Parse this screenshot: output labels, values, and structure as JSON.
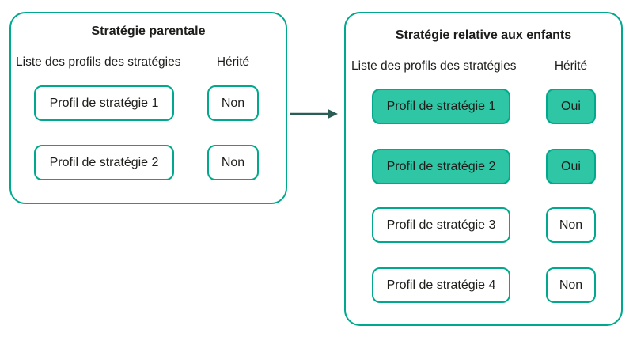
{
  "colors": {
    "border_teal": "#00A88E",
    "fill_teal": "#2EC6A4",
    "arrow": "#2A5D55",
    "text": "#1D1D1B"
  },
  "left_panel": {
    "title": "Stratégie parentale",
    "col_profiles": "Liste des profils des stratégies",
    "col_inherited": "Hérité",
    "rows": [
      {
        "profile": "Profil de stratégie 1",
        "inherited": "Non",
        "highlighted": false
      },
      {
        "profile": "Profil de stratégie 2",
        "inherited": "Non",
        "highlighted": false
      }
    ]
  },
  "right_panel": {
    "title": "Stratégie relative aux enfants",
    "col_profiles": "Liste des profils des stratégies",
    "col_inherited": "Hérité",
    "rows": [
      {
        "profile": "Profil de stratégie 1",
        "inherited": "Oui",
        "highlighted": true
      },
      {
        "profile": "Profil de stratégie 2",
        "inherited": "Oui",
        "highlighted": true
      },
      {
        "profile": "Profil de stratégie 3",
        "inherited": "Non",
        "highlighted": false
      },
      {
        "profile": "Profil de stratégie 4",
        "inherited": "Non",
        "highlighted": false
      }
    ]
  }
}
